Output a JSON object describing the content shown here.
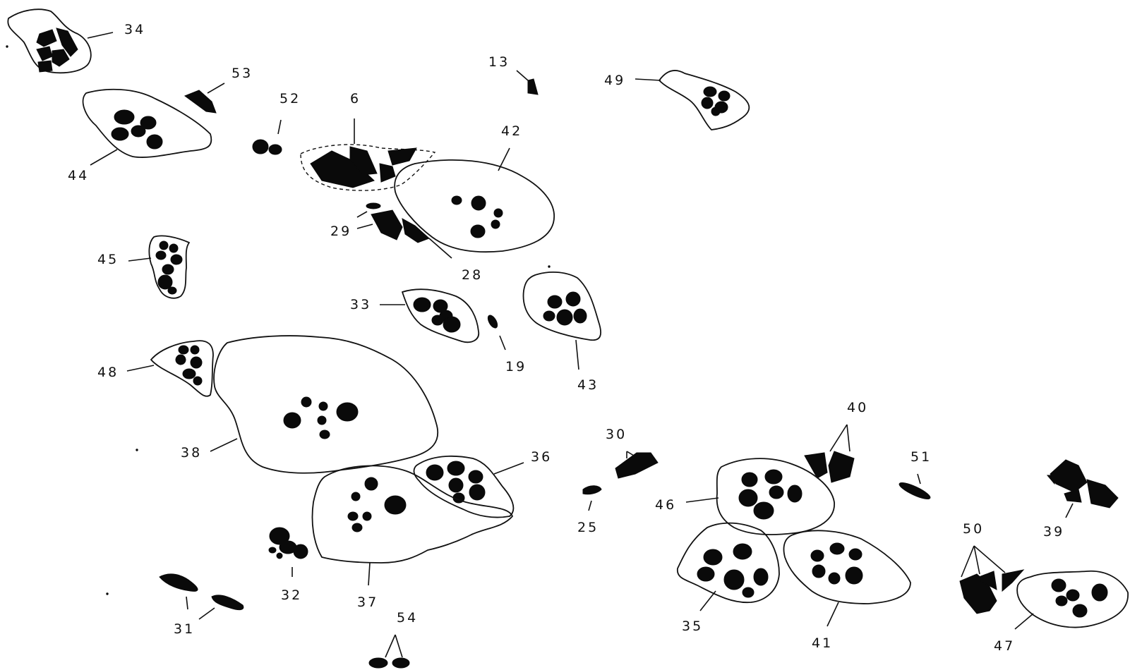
{
  "figure": {
    "labels": {
      "l6": "6",
      "l13": "13",
      "l19": "19",
      "l25": "25",
      "l28": "28",
      "l29": "29",
      "l30": "30",
      "l31": "31",
      "l32": "32",
      "l33": "33",
      "l34": "34",
      "l35": "35",
      "l36": "36",
      "l37": "37",
      "l38": "38",
      "l39": "39",
      "l40": "40",
      "l41": "41",
      "l42": "42",
      "l43": "43",
      "l44": "44",
      "l45": "45",
      "l46": "46",
      "l47": "47",
      "l48": "48",
      "l49": "49",
      "l50": "50",
      "l51": "51",
      "l52": "52",
      "l53": "53",
      "l54": "54"
    }
  }
}
